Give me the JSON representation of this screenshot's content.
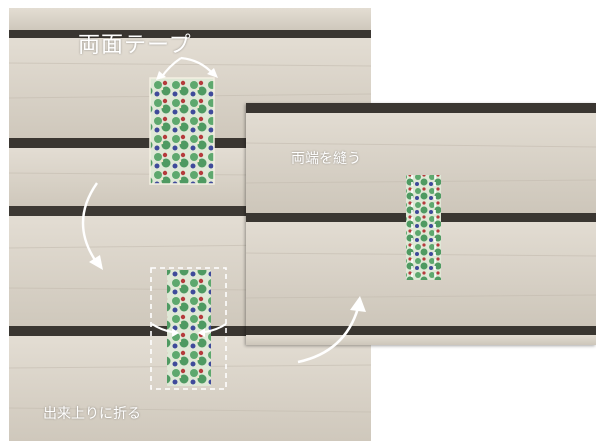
{
  "captions": {
    "double_sided_tape": "両面テープ",
    "sew_both_ends": "両端を縫う",
    "fold_finished": "出来上りに折る"
  },
  "colors": {
    "wood_light": "#dcd6cc",
    "wood_gap": "#3a3631",
    "fabric_green": "#5ea86e",
    "fabric_red": "#b53a3c",
    "fabric_blue": "#3f4a9a",
    "annotation": "#ffffff"
  }
}
